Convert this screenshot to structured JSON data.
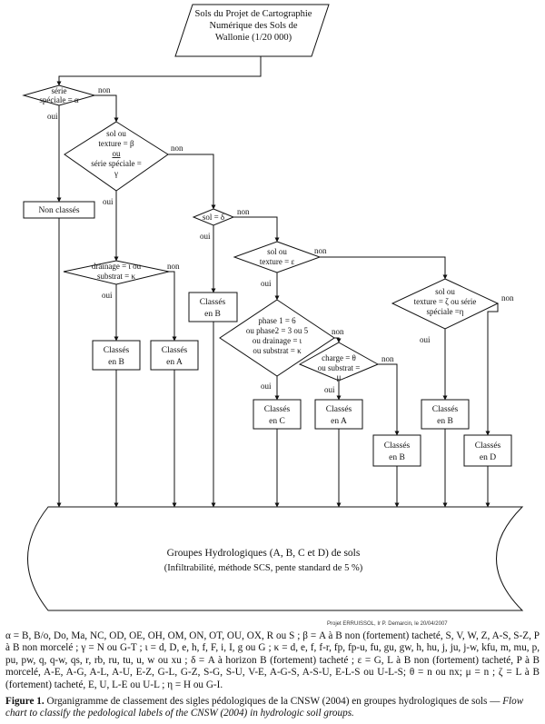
{
  "start": {
    "lines": [
      "Sols du Projet de Cartographie",
      "Numérique des Sols de",
      "Wallonie (1/20 000)"
    ]
  },
  "decisions": {
    "d1": {
      "lines": [
        "série",
        "spéciale = α"
      ],
      "yes": "oui",
      "no": "non"
    },
    "d2": {
      "lines": [
        "sol ou",
        "texture = β",
        "ou",
        "série spéciale =",
        "γ"
      ],
      "yes": "oui",
      "no": "non"
    },
    "d3": {
      "lines": [
        "sol = δ"
      ],
      "yes": "oui",
      "no": "non"
    },
    "d4": {
      "lines": [
        "drainage = ι ou",
        "substrat = κ"
      ],
      "yes": "oui",
      "no": "non"
    },
    "d5": {
      "lines": [
        "sol ou",
        "texture = ε"
      ],
      "yes": "oui",
      "no": "non"
    },
    "d6": {
      "lines": [
        "sol ou",
        "texture = ζ ou série",
        "spéciale =η"
      ],
      "yes": "oui",
      "no": "non"
    },
    "d7": {
      "lines": [
        "phase 1 = 6",
        "ou phase2 = 3 ou 5",
        "ou drainage = ι",
        "ou substrat = κ"
      ],
      "yes": "oui",
      "no": "non"
    },
    "d8": {
      "lines": [
        "charge = θ",
        "ou substrat =",
        "μ"
      ],
      "yes": "oui",
      "no": "non"
    }
  },
  "results": {
    "nc": {
      "lines": [
        "Non classés"
      ]
    },
    "r1": {
      "lines": [
        "Classés",
        "en B"
      ]
    },
    "r2": {
      "lines": [
        "Classés",
        "en B"
      ]
    },
    "r3": {
      "lines": [
        "Classés",
        "en A"
      ]
    },
    "r4": {
      "lines": [
        "Classés",
        "en C"
      ]
    },
    "r5": {
      "lines": [
        "Classés",
        "en A"
      ]
    },
    "r6": {
      "lines": [
        "Classés",
        "en B"
      ]
    },
    "r7": {
      "lines": [
        "Classés",
        "en B"
      ]
    },
    "r8": {
      "lines": [
        "Classés",
        "en D"
      ]
    }
  },
  "final": {
    "line1": "Groupes Hydrologiques (A, B, C et D) de sols",
    "line2": "(Infiltrabilité, méthode SCS, pente standard de 5 %)"
  },
  "credit": "Projet ERRUISSOL, Ir P. Demarcin, le 20/04/2007",
  "legend": "α = B, B/o, Do, Ma, NC, OD, OE, OH, OM, ON, OT, OU, OX, R ou S ; β = A à B non (fortement) tacheté, S, V, W, Z, A-S, S-Z, P à B non morcelé ; γ = N ou G-T ; ι = d, D, e, h, f, F, i, I, g ou G ; κ = d, e, f, f-r, fp, fp-u, fu, gu, gw, h, hu, j, ju, j-w, kfu, m, mu, p, pu, pw, q, q-w, qs, r, rb, ru, tu, u, w ou xu ; δ = A à horizon B (fortement) tacheté ; ε = G, L à B non (fortement) tacheté, P à B morcelé, A-E, A-G, A-L, A-U, E-Z, G-L, G-Z, S-G, S-U, V-E, A-G-S, A-S-U, E-L-S ou U-L-S; θ = n ou nx; μ = n ; ζ = L à B (fortement) tacheté, E, U, L-E ou U-L ; η = H ou G-I.",
  "caption": {
    "label": "Figure 1.",
    "fr": " Organigramme de classement des sigles pédologiques de la CNSW (2004) en groupes hydrologiques de sols — ",
    "en": "Flow chart to classify the pedological labels of the CNSW (2004) in hydrologic soil groups."
  }
}
